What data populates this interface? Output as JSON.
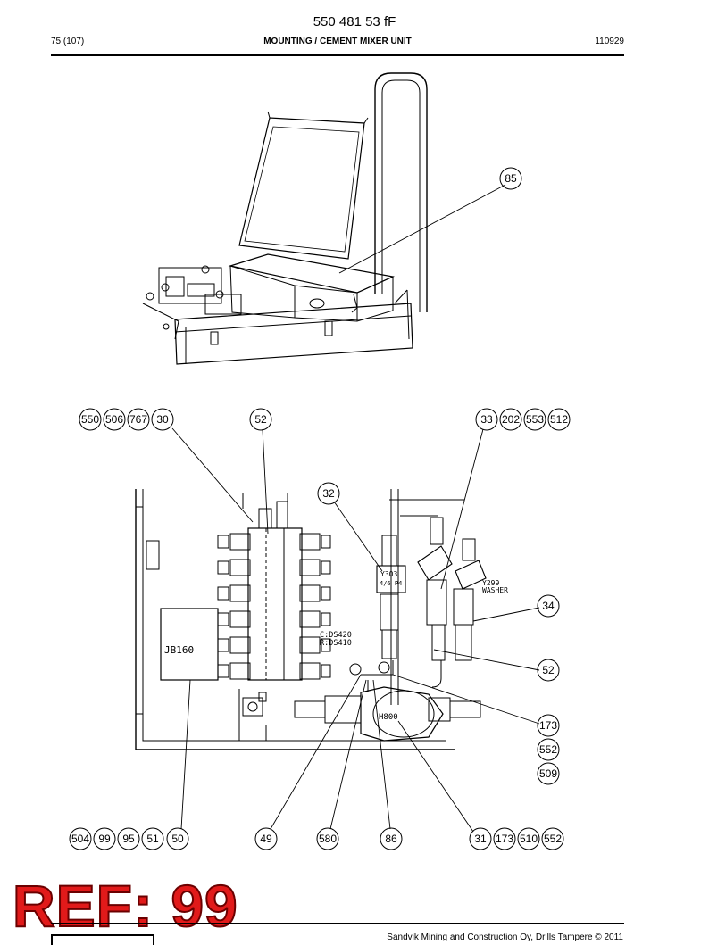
{
  "header": {
    "doc_number": "550 481 53 fF",
    "page": "75 (107)",
    "title": "MOUNTING / CEMENT MIXER UNIT",
    "date": "110929"
  },
  "callouts": [
    "85",
    "550",
    "506",
    "767",
    "30",
    "52",
    "33",
    "202",
    "553",
    "512",
    "32",
    "34",
    "52",
    "173",
    "552",
    "509",
    "504",
    "99",
    "95",
    "51",
    "50",
    "49",
    "580",
    "86",
    "31",
    "173",
    "510",
    "552"
  ],
  "drawing_labels": {
    "jb": "JB160",
    "y303": "Y303",
    "y303_sub": "4/6 P4",
    "y299": "Y299",
    "washer": "WASHER",
    "c_label": "C:DS420",
    "r_label": "R:DS410",
    "h800": "H800"
  },
  "ref_stamp": "REF: 99",
  "footer": {
    "copyright": "Sandvik Mining and Construction Oy, Drills Tampere © 2011"
  }
}
